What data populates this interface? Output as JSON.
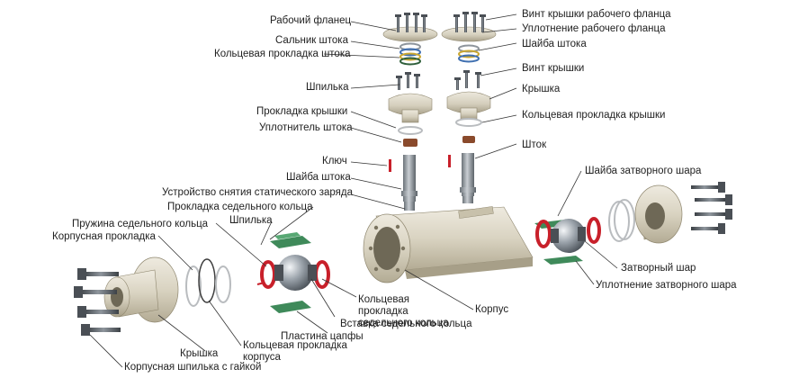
{
  "labels": {
    "working_flange": "Рабочий фланец",
    "stem_gland": "Сальник штока",
    "stem_oring": "Кольцевая прокладка штока",
    "stud": "Шпилька",
    "bonnet_gasket": "Прокладка крышки",
    "stem_seal": "Уплотнитель штока",
    "key": "Ключ",
    "stem_washer_left": "Шайба штока",
    "antistatic": "Устройство снятия статического заряда",
    "seat_ring_gasket": "Прокладка седельного кольца",
    "stud_small": "Шпилька",
    "seat_spring": "Пружина седельного кольца",
    "body_gasket": "Корпусная прокладка",
    "flange_bolt": "Винт крышки рабочего фланца",
    "flange_seal": "Уплотнение рабочего фланца",
    "stem_washer_right": "Шайба штока",
    "bonnet_bolt": "Винт крышки",
    "bonnet": "Крышка",
    "bonnet_oring": "Кольцевая прокладка крышки",
    "stem": "Шток",
    "ball_washer": "Шайба затворного шара",
    "ball": "Затворный шар",
    "ball_seal": "Уплотнение затворного шара",
    "seat_oring": "Кольцевая прокладка седельного кольца",
    "body": "Корпус",
    "seat_insert": "Вставка седельного кольца",
    "trunnion_plate": "Пластина цапфы",
    "end_cap": "Крышка",
    "body_oring": "Кольцевая прокладка корпуса",
    "body_stud_nut": "Корпусная шпилька с гайкой"
  },
  "colors": {
    "metal_light": "#dcd6c6",
    "metal_mid": "#b8b09a",
    "steel": "#8e959c",
    "bolt_dark": "#4a4f55",
    "red_seal": "#c8202a",
    "green_plate": "#3f8a5a",
    "brown_seal": "#8a4a2c",
    "leader": "#333333"
  }
}
